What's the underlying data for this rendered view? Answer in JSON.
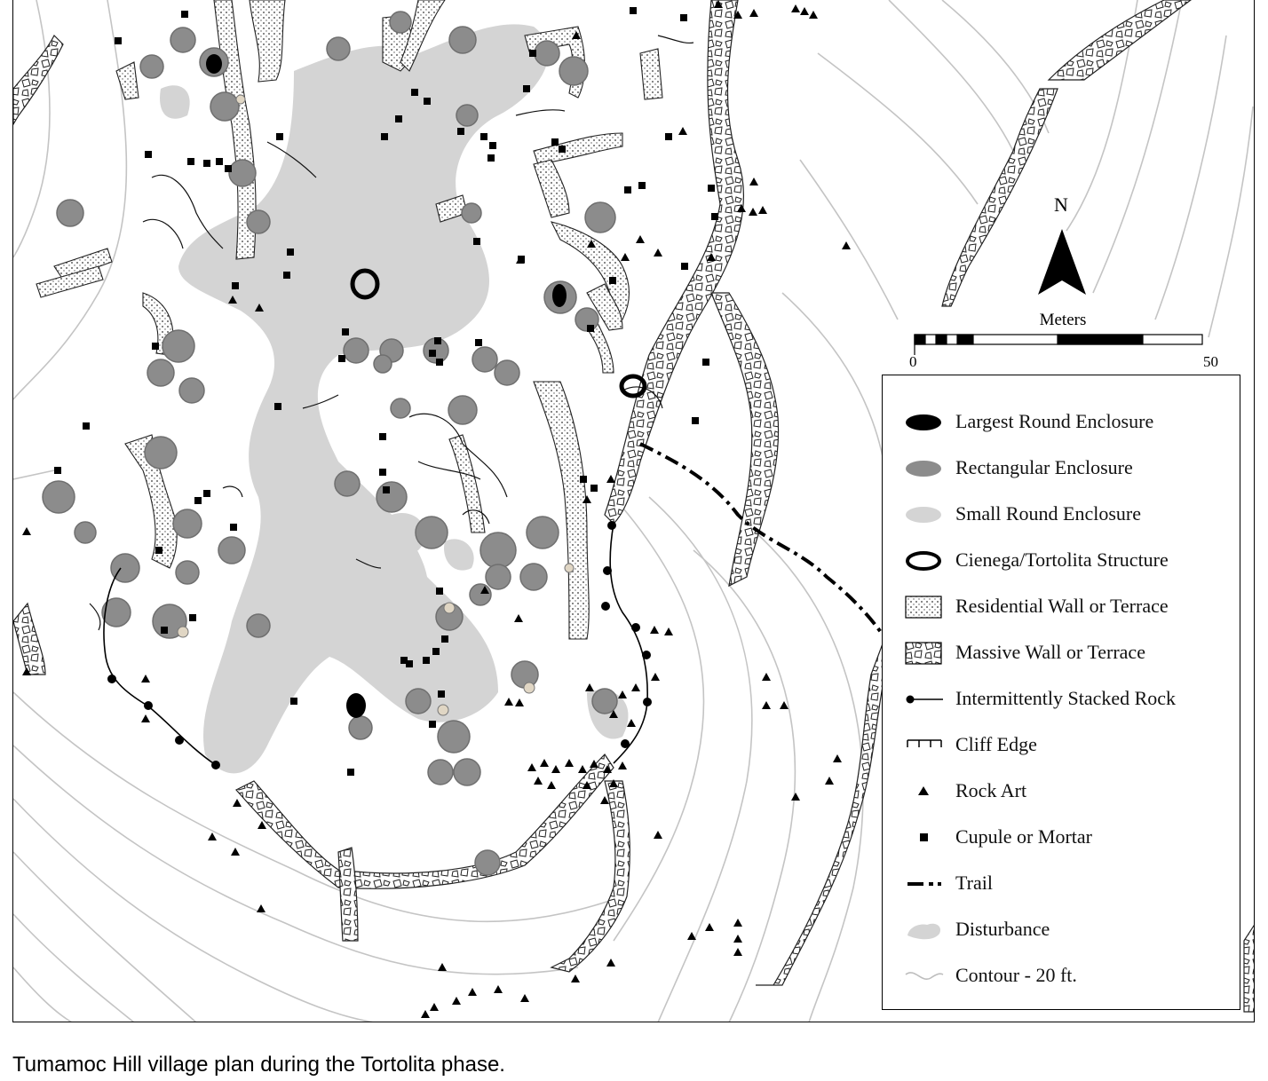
{
  "map": {
    "north_label": "N",
    "scale": {
      "title": "Meters",
      "min": "0",
      "max": "50"
    },
    "colors": {
      "largest_round": "#000000",
      "rectangular": "#8c8c8c",
      "small_round": "#d4d4d4",
      "disturbance": "#d4d4d4",
      "contour": "#bdbdbd",
      "ink": "#000000"
    }
  },
  "legend": {
    "items": [
      {
        "label": "Largest Round Enclosure",
        "icon": "black-blob-icon"
      },
      {
        "label": "Rectangular Enclosure",
        "icon": "gray-blob-icon"
      },
      {
        "label": "Small Round Enclosure",
        "icon": "light-blob-icon"
      },
      {
        "label": "Cienega/Tortolita Structure",
        "icon": "ring-icon"
      },
      {
        "label": "Residential Wall or Terrace",
        "icon": "dotted-box-icon"
      },
      {
        "label": "Massive Wall or Terrace",
        "icon": "stone-box-icon"
      },
      {
        "label": "Intermittently Stacked Rock",
        "icon": "dot-line-icon"
      },
      {
        "label": "Cliff Edge",
        "icon": "cliff-edge-icon"
      },
      {
        "label": "Rock Art",
        "icon": "triangle-icon"
      },
      {
        "label": "Cupule or Mortar",
        "icon": "square-icon"
      },
      {
        "label": "Trail",
        "icon": "dash-dot-line-icon"
      },
      {
        "label": "Disturbance",
        "icon": "disturbance-blob-icon"
      },
      {
        "label": "Contour - 20 ft.",
        "icon": "contour-line-icon"
      }
    ]
  },
  "caption": "Tumamoc Hill village plan during the Tortolita phase."
}
